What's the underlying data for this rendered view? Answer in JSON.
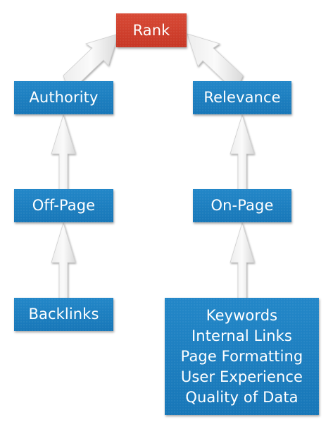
{
  "nodes": {
    "rank": {
      "label": "Rank",
      "color": "#d03f2c"
    },
    "authority": {
      "label": "Authority",
      "color": "#1b7fc0"
    },
    "relevance": {
      "label": "Relevance",
      "color": "#1b7fc0"
    },
    "off_page": {
      "label": "Off-Page",
      "color": "#1b7fc0"
    },
    "on_page": {
      "label": "On-Page",
      "color": "#1b7fc0"
    },
    "backlinks": {
      "label": "Backlinks",
      "color": "#1b7fc0"
    },
    "on_page_factors": {
      "color": "#1b7fc0",
      "lines": [
        "Keywords",
        "Internal Links",
        "Page Formatting",
        "User Experience",
        "Quality of Data"
      ]
    }
  },
  "edges": [
    {
      "from": "authority",
      "to": "rank"
    },
    {
      "from": "relevance",
      "to": "rank"
    },
    {
      "from": "off_page",
      "to": "authority"
    },
    {
      "from": "on_page",
      "to": "relevance"
    },
    {
      "from": "backlinks",
      "to": "off_page"
    },
    {
      "from": "on_page_factors",
      "to": "on_page"
    }
  ],
  "arrow_color": "#e6e6e6"
}
